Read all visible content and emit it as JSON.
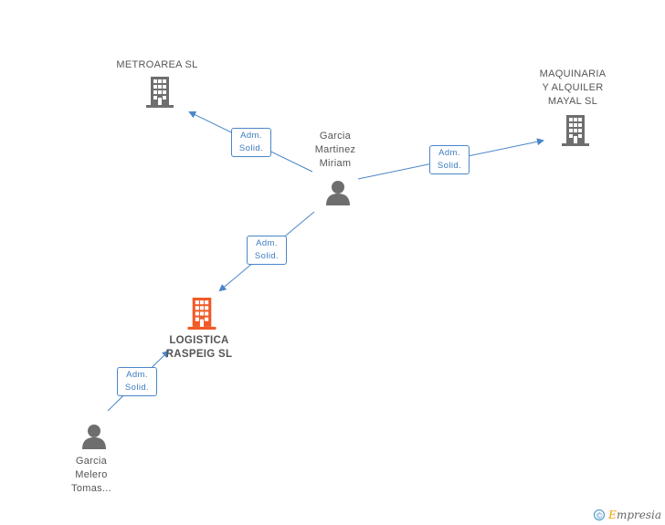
{
  "nodes": {
    "metroarea": {
      "lines": [
        "METROAREA SL"
      ],
      "kind": "company",
      "color": "#6e6e6e"
    },
    "maquinaria": {
      "lines": [
        "MAQUINARIA",
        "Y ALQUILER",
        "MAYAL SL"
      ],
      "kind": "company",
      "color": "#6e6e6e"
    },
    "garcia_martinez": {
      "lines": [
        "Garcia",
        "Martinez",
        "Miriam"
      ],
      "kind": "person",
      "color": "#6e6e6e"
    },
    "logistica": {
      "lines": [
        "LOGISTICA",
        "RASPEIG SL"
      ],
      "kind": "company",
      "color": "#f05a28"
    },
    "garcia_melero": {
      "lines": [
        "Garcia",
        "Melero",
        "Tomas..."
      ],
      "kind": "person",
      "color": "#6e6e6e"
    }
  },
  "edges": [
    {
      "from": "garcia_martinez",
      "to": "metroarea",
      "label": [
        "Adm.",
        "Solid."
      ]
    },
    {
      "from": "garcia_martinez",
      "to": "maquinaria",
      "label": [
        "Adm.",
        "Solid."
      ]
    },
    {
      "from": "garcia_martinez",
      "to": "logistica",
      "label": [
        "Adm.",
        "Solid."
      ]
    },
    {
      "from": "garcia_melero",
      "to": "logistica",
      "label": [
        "Adm.",
        "Solid."
      ]
    }
  ],
  "colors": {
    "edge": "#4a86c8",
    "node_default": "#6e6e6e",
    "node_highlight": "#f05a28"
  },
  "footer": {
    "copyright_symbol": "©",
    "brand_initial": "E",
    "brand_rest": "mpresia"
  }
}
